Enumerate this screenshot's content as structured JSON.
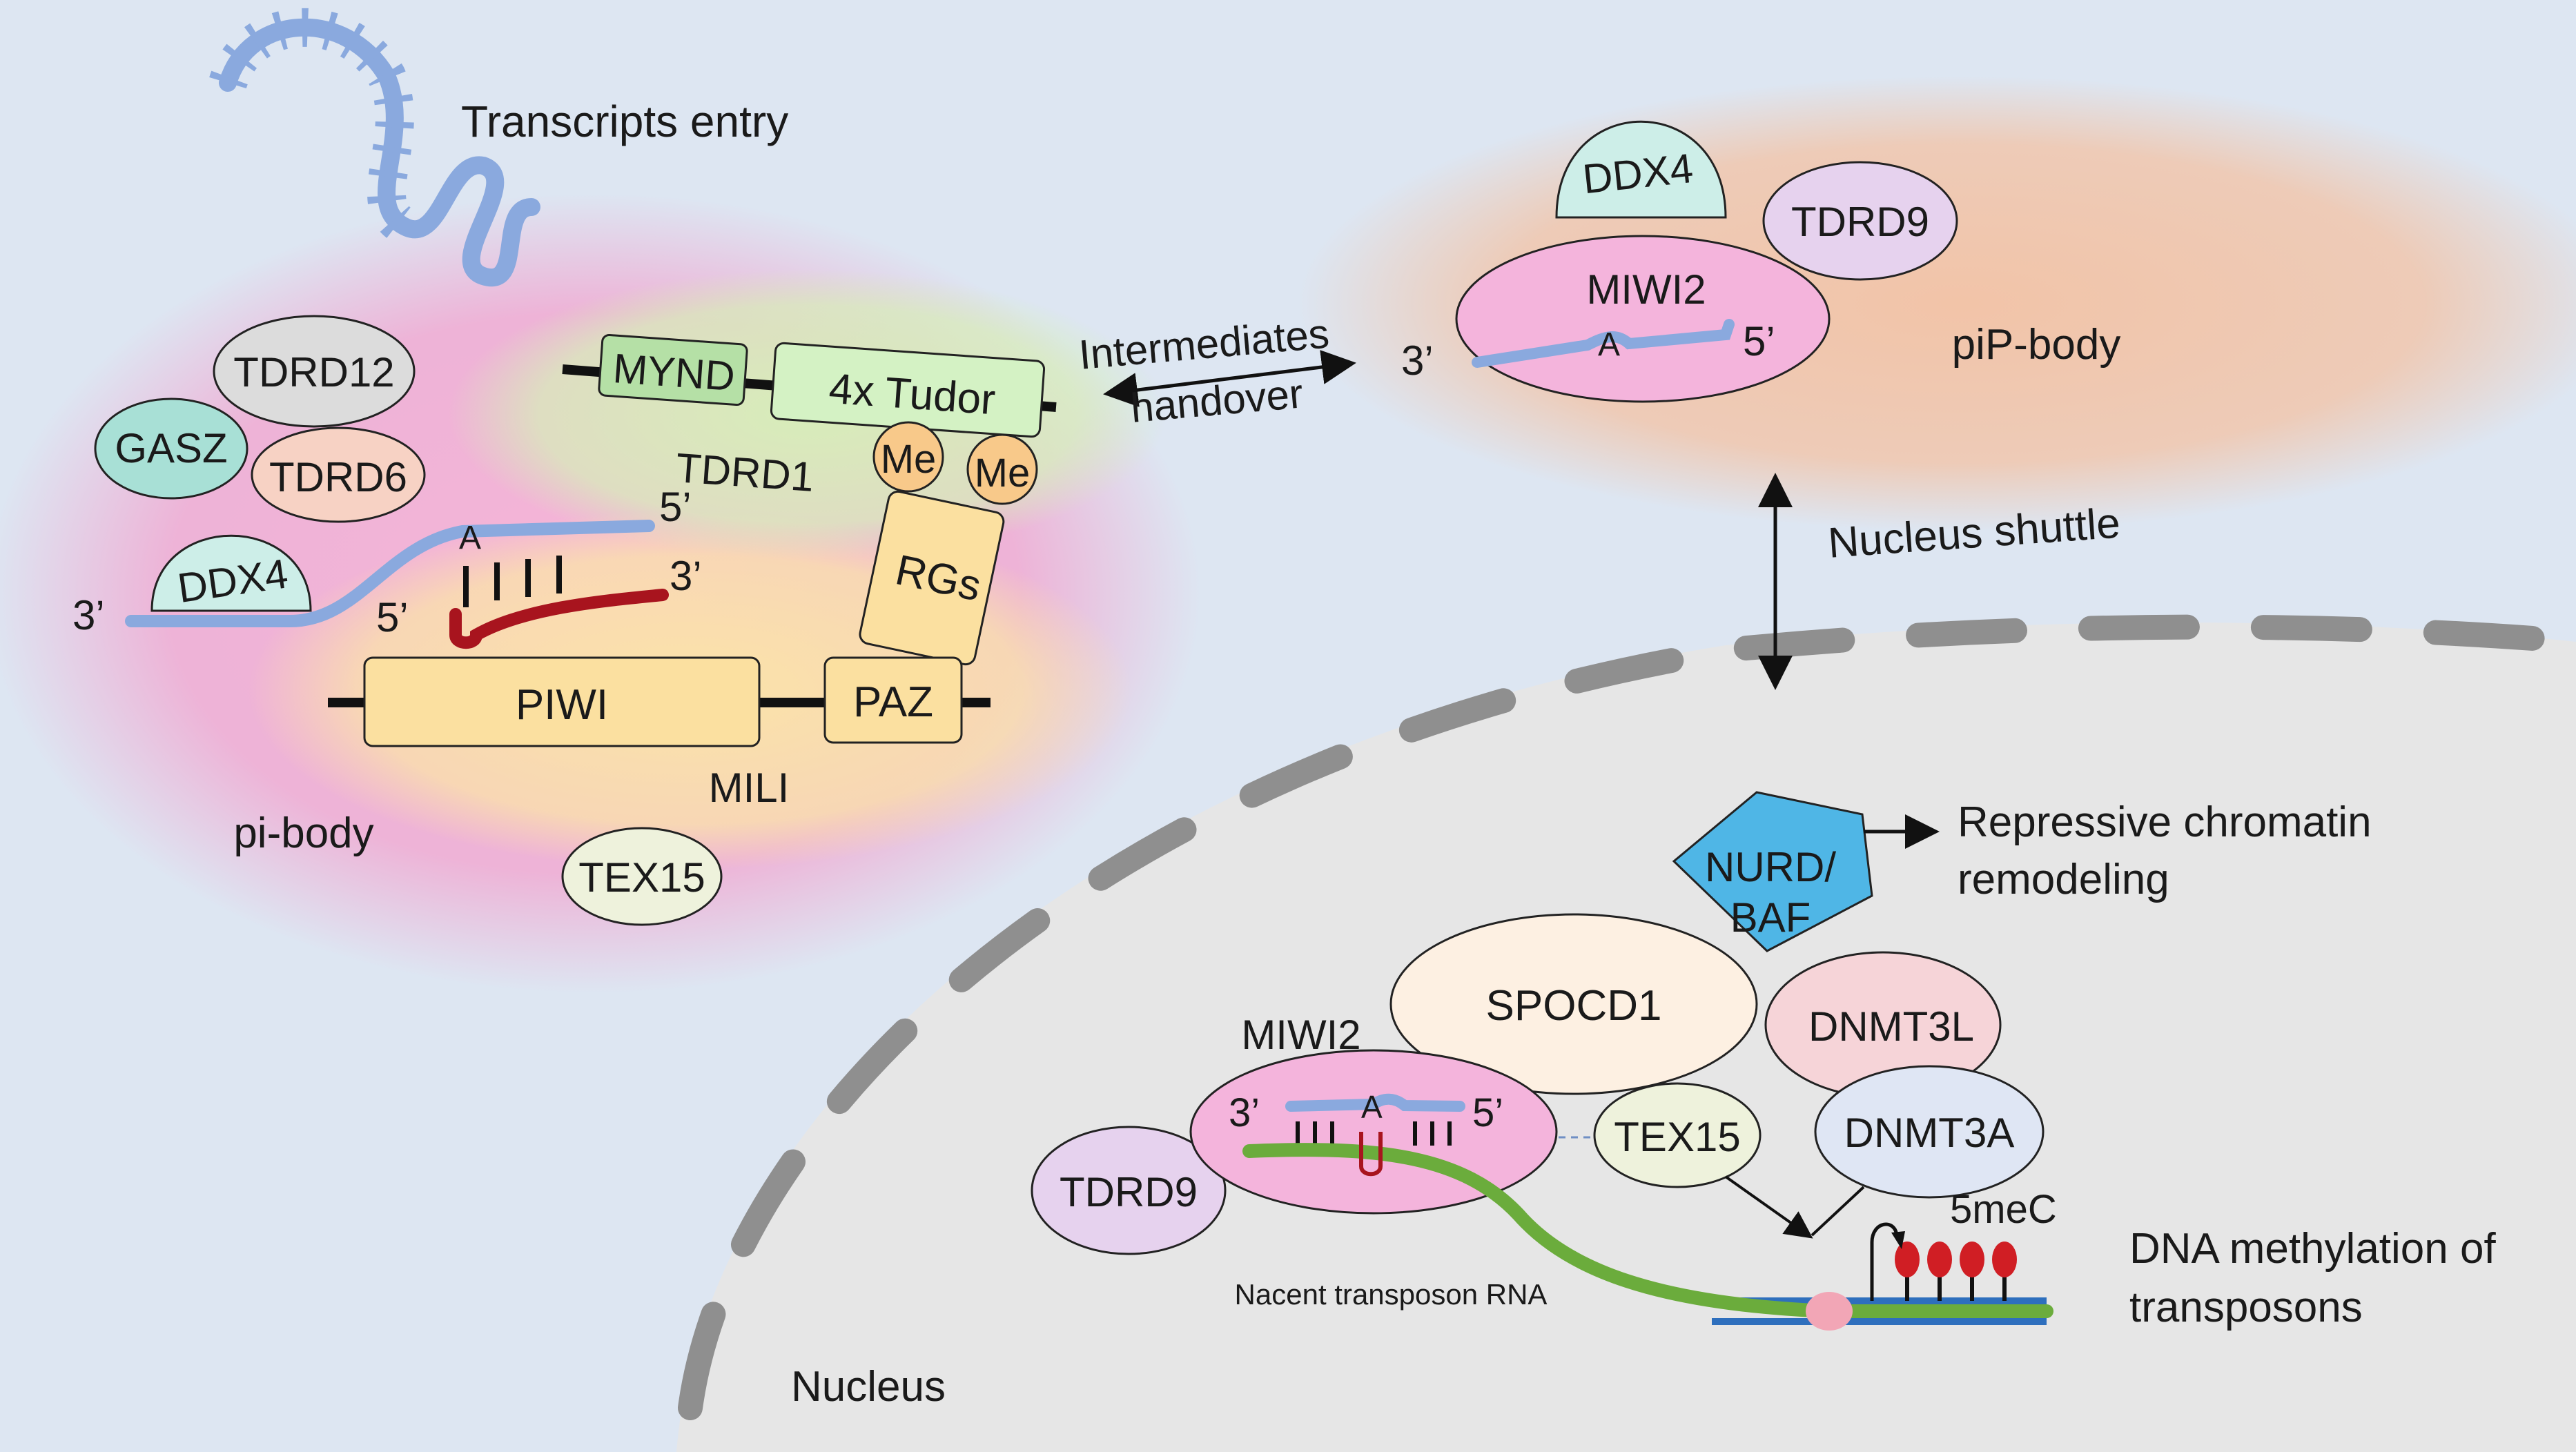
{
  "labels": {
    "transcripts_entry": "Transcripts entry",
    "pi_body": "pi-body",
    "pip_body": "piP-body",
    "intermediates": "Intermediates",
    "handover": "handover",
    "nucleus_shuttle": "Nucleus shuttle",
    "nucleus": "Nucleus",
    "repressive_1": "Repressive chromatin",
    "repressive_2": "remodeling",
    "dna_meth_1": "DNA methylation of",
    "dna_meth_2": "transposons",
    "five_mec": "5meC",
    "nascent_rna": "Nacent transposon RNA"
  },
  "proteins": {
    "tdrd12": "TDRD12",
    "gasz": "GASZ",
    "tdrd6": "TDRD6",
    "ddx4_left": "DDX4",
    "mynd": "MYND",
    "tudor": "4x Tudor",
    "tdrd1": "TDRD1",
    "me1": "Me",
    "me2": "Me",
    "rgs": "RGs",
    "piwi": "PIWI",
    "paz": "PAZ",
    "mili": "MILI",
    "tex15_top": "TEX15",
    "ddx4_right": "DDX4",
    "tdrd9_top": "TDRD9",
    "miwi2_top": "MIWI2",
    "nurd_1": "NURD/",
    "nurd_2": "BAF",
    "spocd1": "SPOCD1",
    "dnmt3l": "DNMT3L",
    "miwi2_bottom": "MIWI2",
    "tex15_bottom": "TEX15",
    "dnmt3a": "DNMT3A",
    "tdrd9_bottom": "TDRD9"
  },
  "ends": {
    "left_rna_3": "3’",
    "left_rna_5": "5’",
    "left_pirna_5": "5’",
    "left_pirna_3": "3’",
    "pip_3": "3’",
    "pip_5": "5’",
    "nuc_3": "3’",
    "nuc_5": "5’"
  },
  "colors": {
    "background": "#dde6f2",
    "nucleus": "#e6e6e6",
    "pi_body": "#f2a6d0",
    "pip_body": "#f3c2a4",
    "transcript": "#8aa9de",
    "pirna_red": "#a8141e",
    "nascent_green": "#6bac3c",
    "dna_blue": "#2e6fbd",
    "methyl_red": "#d01e24"
  }
}
